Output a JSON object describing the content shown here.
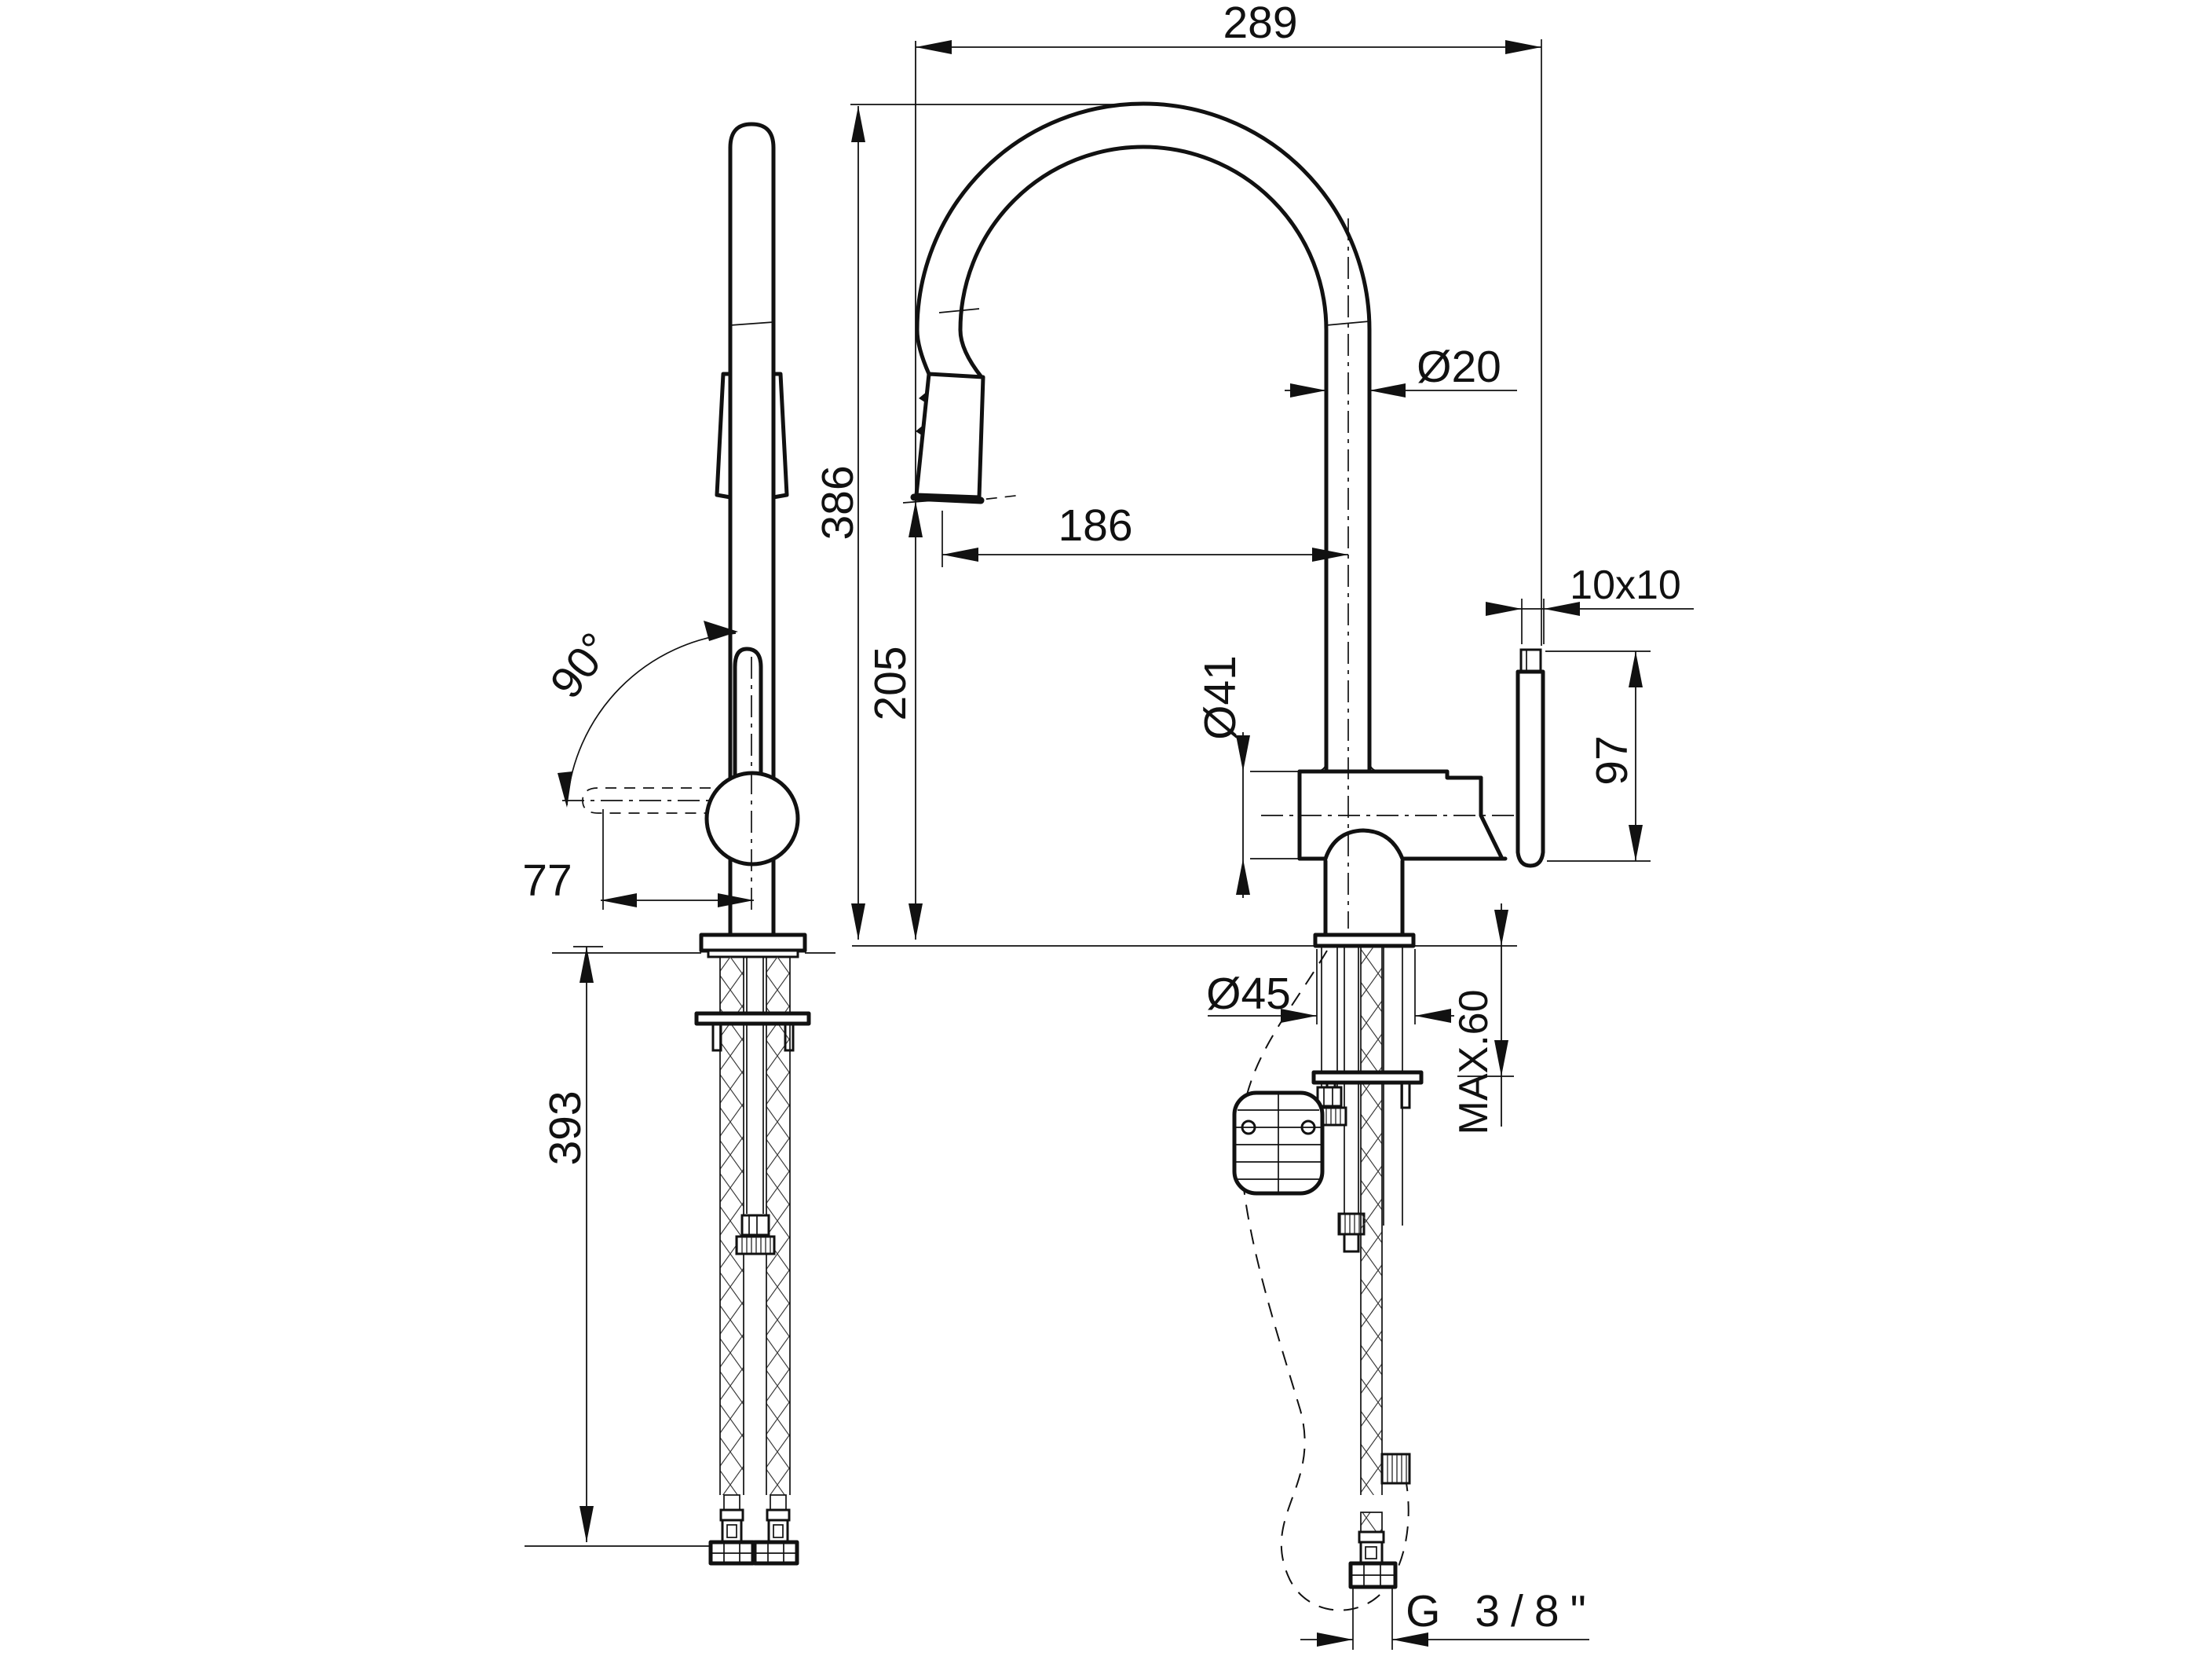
{
  "drawing": {
    "type": "technical-dimension-drawing",
    "background": "#ffffff",
    "line_color": "#111111",
    "views": [
      {
        "id": "side-view",
        "description": "faucet side elevation with swivel handle, pull-out head and supply hoses"
      },
      {
        "id": "front-view",
        "description": "faucet front elevation with gooseneck spout, lever handle, hose weight and supply hoses"
      }
    ],
    "dimensions": {
      "spout_reach": "289",
      "spout_height": "386",
      "outlet_height": "205",
      "spray_outlet_offset": "186",
      "spout_tube_diameter": "Ø20",
      "handle_cross_section": "10x10",
      "handle_height": "97",
      "body_diameter": "Ø41",
      "base_diameter": "Ø45",
      "max_deck_thickness": "MAX.60",
      "supply_connection_thread": "G 3/8\"",
      "handle_swing_angle": "90°",
      "handle_reach": "77",
      "hose_drop_length": "393"
    }
  }
}
